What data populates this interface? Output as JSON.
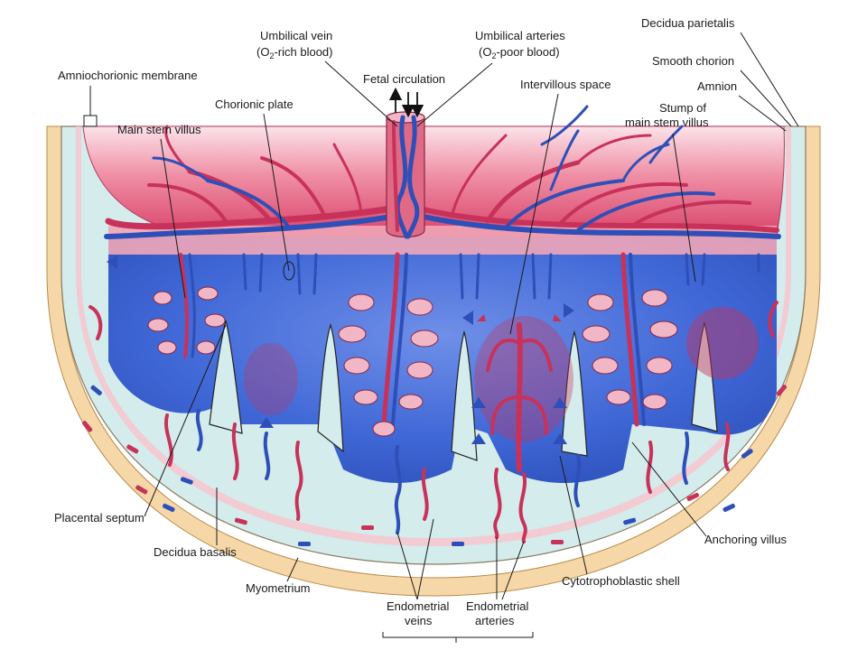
{
  "labels": {
    "amniochorionic_membrane": "Amniochorionic membrane",
    "umbilical_vein_line1": "Umbilical vein",
    "umbilical_vein_line2_pre": "(O",
    "umbilical_vein_line2_sub": "2",
    "umbilical_vein_line2_post": "-rich blood)",
    "fetal_circulation": "Fetal circulation",
    "umbilical_arteries_line1": "Umbilical arteries",
    "umbilical_arteries_line2_pre": "(O",
    "umbilical_arteries_line2_sub": "2",
    "umbilical_arteries_line2_post": "-poor blood)",
    "decidua_parietalis": "Decidua parietalis",
    "smooth_chorion": "Smooth chorion",
    "amnion": "Amnion",
    "chorionic_plate": "Chorionic plate",
    "main_stem_villus": "Main stem villus",
    "intervillous_space": "Intervillous space",
    "stump_line1": "Stump of",
    "stump_line2": "main stem villus",
    "placental_septum": "Placental septum",
    "decidua_basalis": "Decidua basalis",
    "myometrium": "Myometrium",
    "endometrial_veins_line1": "Endometrial",
    "endometrial_veins_line2": "veins",
    "endometrial_arteries_line1": "Endometrial",
    "endometrial_arteries_line2": "arteries",
    "cytotrophoblastic_shell": "Cytotrophoblastic shell",
    "anchoring_villus": "Anchoring villus"
  },
  "colors": {
    "oxygenated": "#c8325a",
    "deoxygenated": "#2f4fb8",
    "intervillous_blood": "#3f67d6",
    "chorionic_top": "#f2b7c6",
    "chorionic_base": "#e05a78",
    "decidua_basalis": "#d4ecec",
    "myometrium": "#f6d8a8",
    "membrane": "#f7c5cf"
  }
}
